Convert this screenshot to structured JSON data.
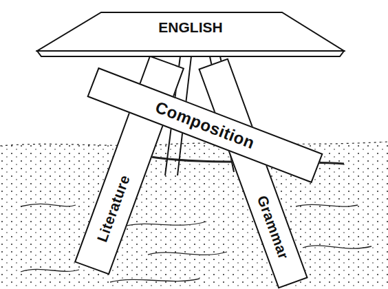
{
  "diagram": {
    "nodes": [
      {
        "text": [
          "ENGLISH"
        ]
      },
      {
        "text": [
          "Composition"
        ]
      },
      {
        "text": [
          "Literature"
        ]
      },
      {
        "text": [
          "Grammar"
        ]
      }
    ]
  }
}
